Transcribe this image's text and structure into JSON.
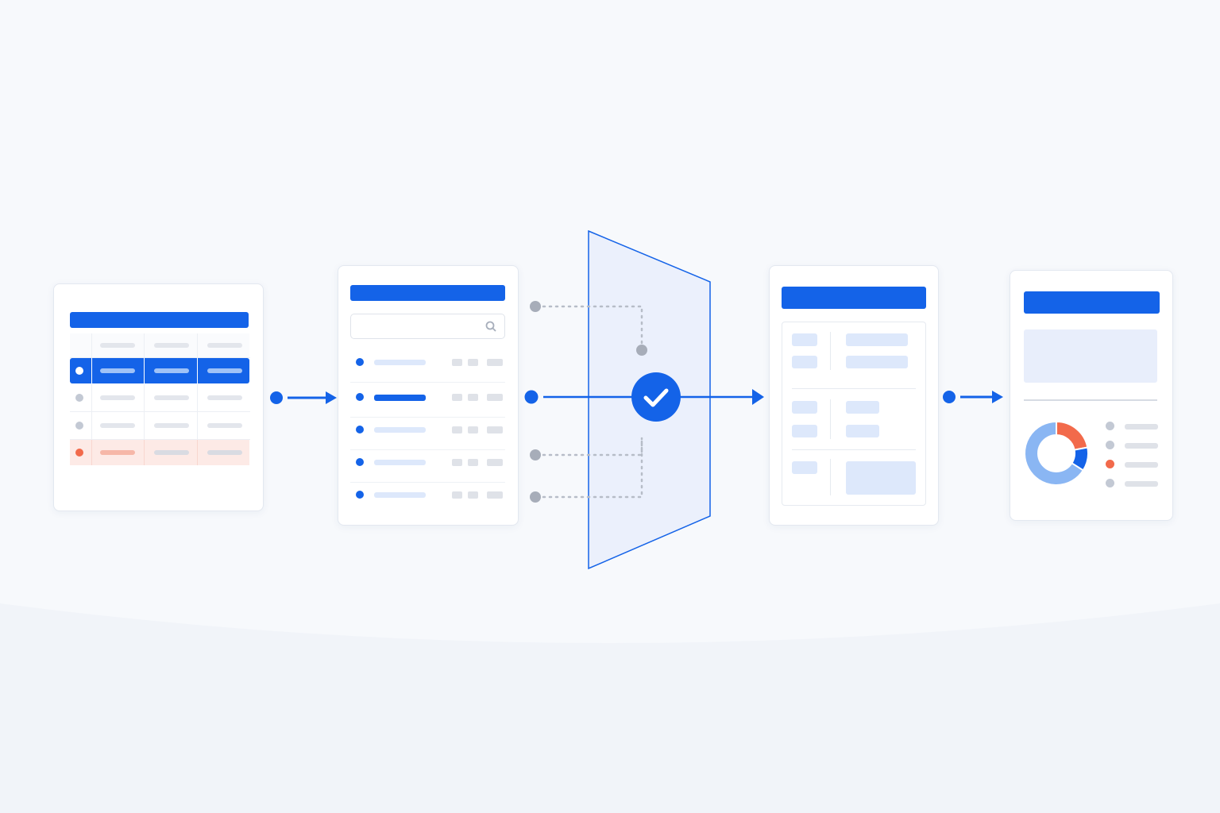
{
  "colors": {
    "primary": "#1463e8",
    "accent": "#f26a4b",
    "muted": "#c3c9d4",
    "light_blue": "#dde8fb",
    "donut_light": "#8ab6f3"
  },
  "icons": {
    "search": "search-icon",
    "check": "check-icon",
    "arrow": "arrow-right-icon"
  },
  "table": {
    "rows": [
      {
        "state": "header"
      },
      {
        "state": "selected"
      },
      {
        "state": "normal"
      },
      {
        "state": "normal"
      },
      {
        "state": "error"
      }
    ]
  },
  "list": {
    "items": [
      {
        "state": "normal"
      },
      {
        "state": "active"
      },
      {
        "state": "normal"
      },
      {
        "state": "normal"
      },
      {
        "state": "normal"
      }
    ]
  },
  "report": {
    "legend": [
      {
        "color": "#c3c9d4"
      },
      {
        "color": "#c3c9d4"
      },
      {
        "color": "#f26a4b"
      },
      {
        "color": "#c3c9d4"
      }
    ],
    "donut": [
      {
        "value": 0.22,
        "color": "#f26a4b"
      },
      {
        "value": 0.12,
        "color": "#1463e8"
      },
      {
        "value": 0.66,
        "color": "#8ab6f3"
      }
    ]
  }
}
